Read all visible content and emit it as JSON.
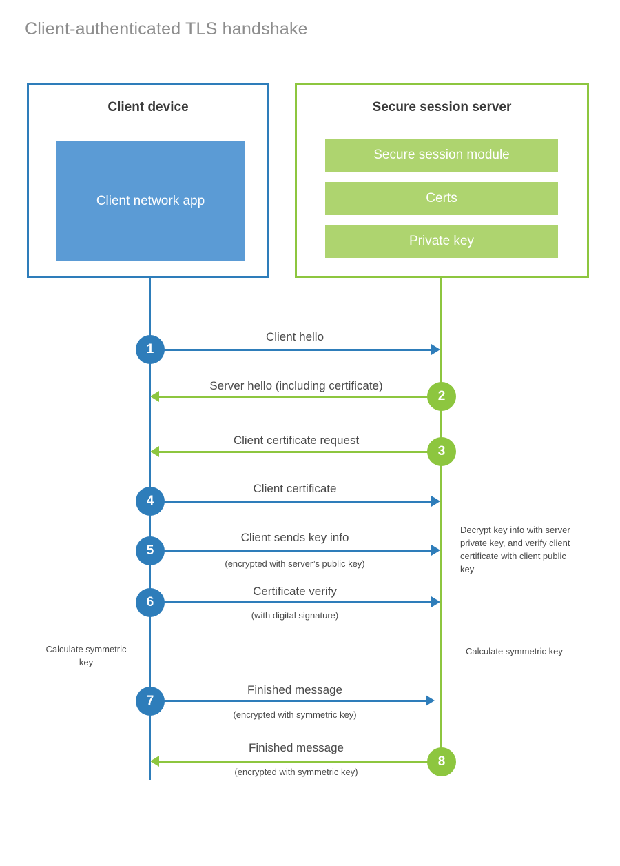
{
  "title": "Client-authenticated TLS handshake",
  "colors": {
    "client_accent": "#2E7DBA",
    "client_fill": "#5B9BD5",
    "server_accent": "#8DC63F",
    "server_fill": "#AED46F",
    "title_text": "#8d8d8d",
    "body_text": "#4a4a4a",
    "heading_text": "#3a3a3a",
    "background": "#ffffff"
  },
  "actors": {
    "client": {
      "title": "Client device",
      "component": "Client network app"
    },
    "server": {
      "title": "Secure session server",
      "components": [
        "Secure session module",
        "Certs",
        "Private key"
      ]
    }
  },
  "messages": [
    {
      "step": "1",
      "label": "Client hello",
      "sublabel": "",
      "direction": "client-to-server"
    },
    {
      "step": "2",
      "label": "Server hello (including certificate)",
      "sublabel": "",
      "direction": "server-to-client"
    },
    {
      "step": "3",
      "label": "Client certificate request",
      "sublabel": "",
      "direction": "server-to-client"
    },
    {
      "step": "4",
      "label": "Client certificate",
      "sublabel": "",
      "direction": "client-to-server"
    },
    {
      "step": "5",
      "label": "Client sends key info",
      "sublabel": "(encrypted with server’s public key)",
      "direction": "client-to-server"
    },
    {
      "step": "6",
      "label": "Certificate verify",
      "sublabel": "(with digital signature)",
      "direction": "client-to-server"
    },
    {
      "step": "7",
      "label": "Finished message",
      "sublabel": "(encrypted with symmetric key)",
      "direction": "client-to-server"
    },
    {
      "step": "8",
      "label": "Finished message",
      "sublabel": "(encrypted with symmetric key)",
      "direction": "server-to-client"
    }
  ],
  "notes": {
    "client_calculate": "Calculate symmetric key",
    "server_decrypt": "Decrypt key info with server private key, and verify client certificate with client public key",
    "server_calculate": "Calculate symmetric key"
  }
}
